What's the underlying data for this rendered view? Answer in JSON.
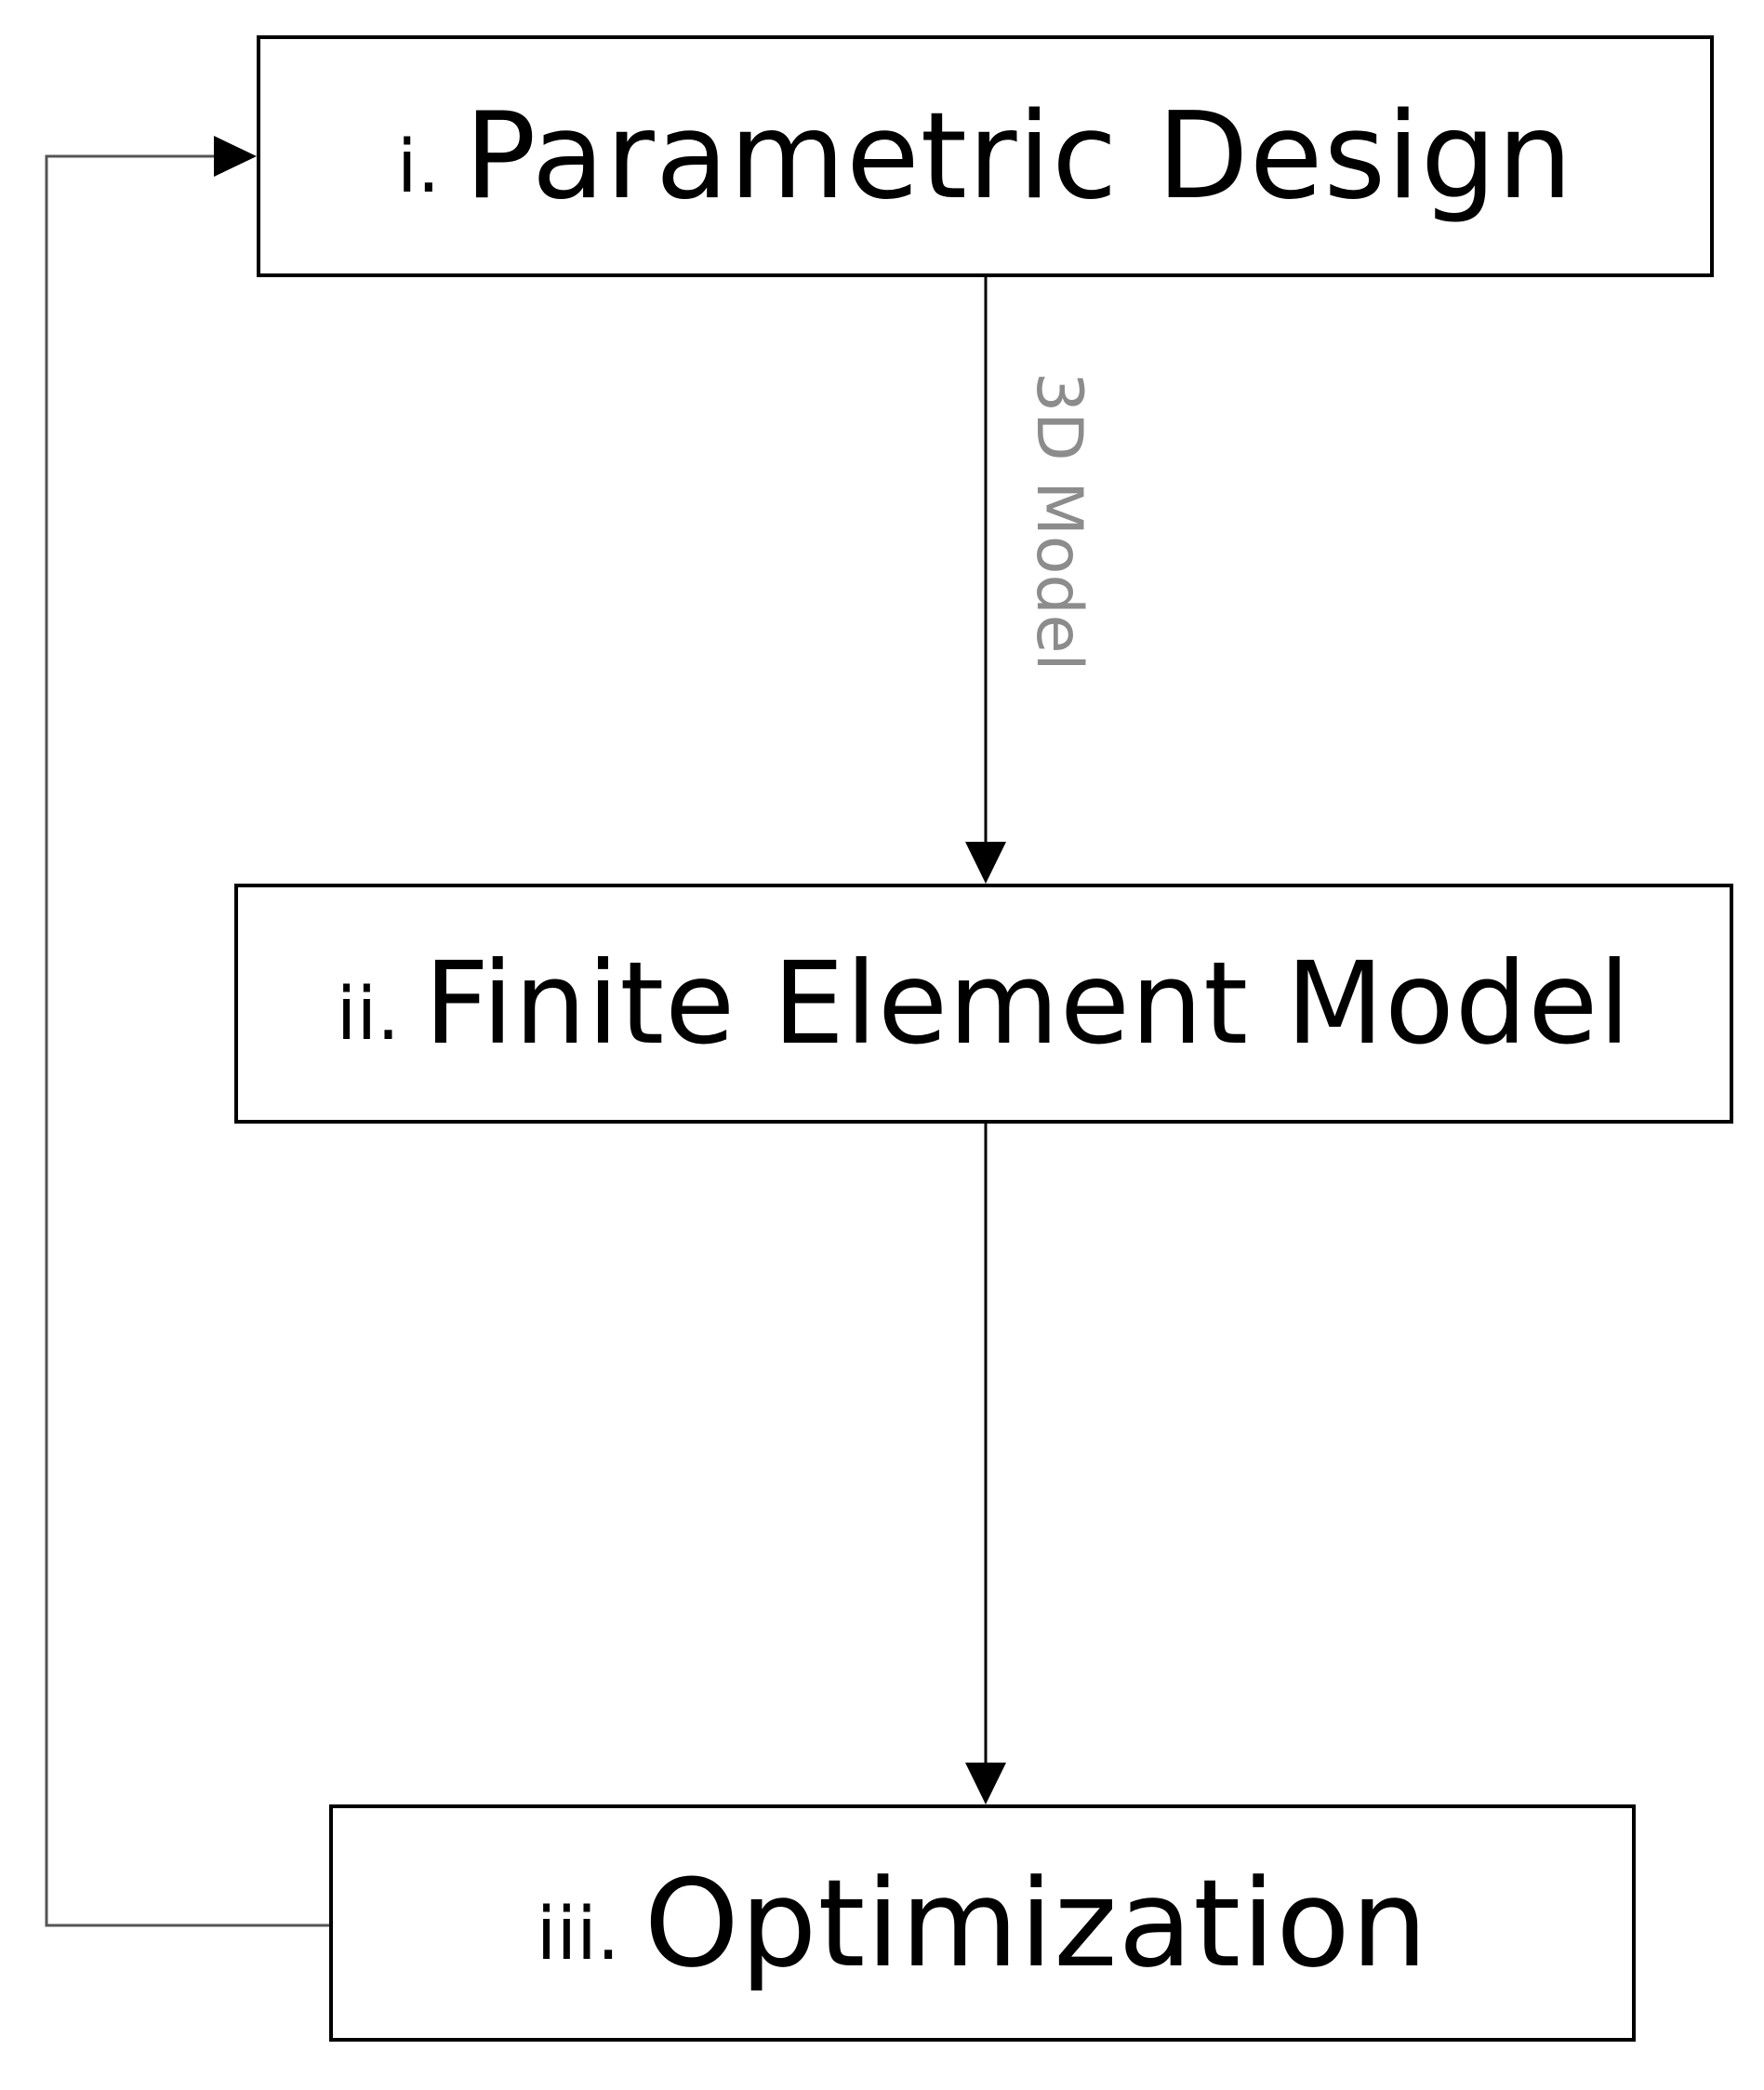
{
  "diagram": {
    "nodes": [
      {
        "id": "n1",
        "number": "i.",
        "label": "Parametric Design"
      },
      {
        "id": "n2",
        "number": "ii.",
        "label": "Finite Element Model"
      },
      {
        "id": "n3",
        "number": "iii.",
        "label": "Optimization"
      }
    ],
    "edges": [
      {
        "from": "n1",
        "to": "n2",
        "label": "3D Model"
      },
      {
        "from": "n2",
        "to": "n3",
        "label": ""
      },
      {
        "from": "n3",
        "to": "n1",
        "label": ""
      }
    ],
    "colors": {
      "box_border": "#000000",
      "arrow": "#000000",
      "feedback_line": "#555555",
      "edge_label": "#8c8c8c"
    }
  }
}
